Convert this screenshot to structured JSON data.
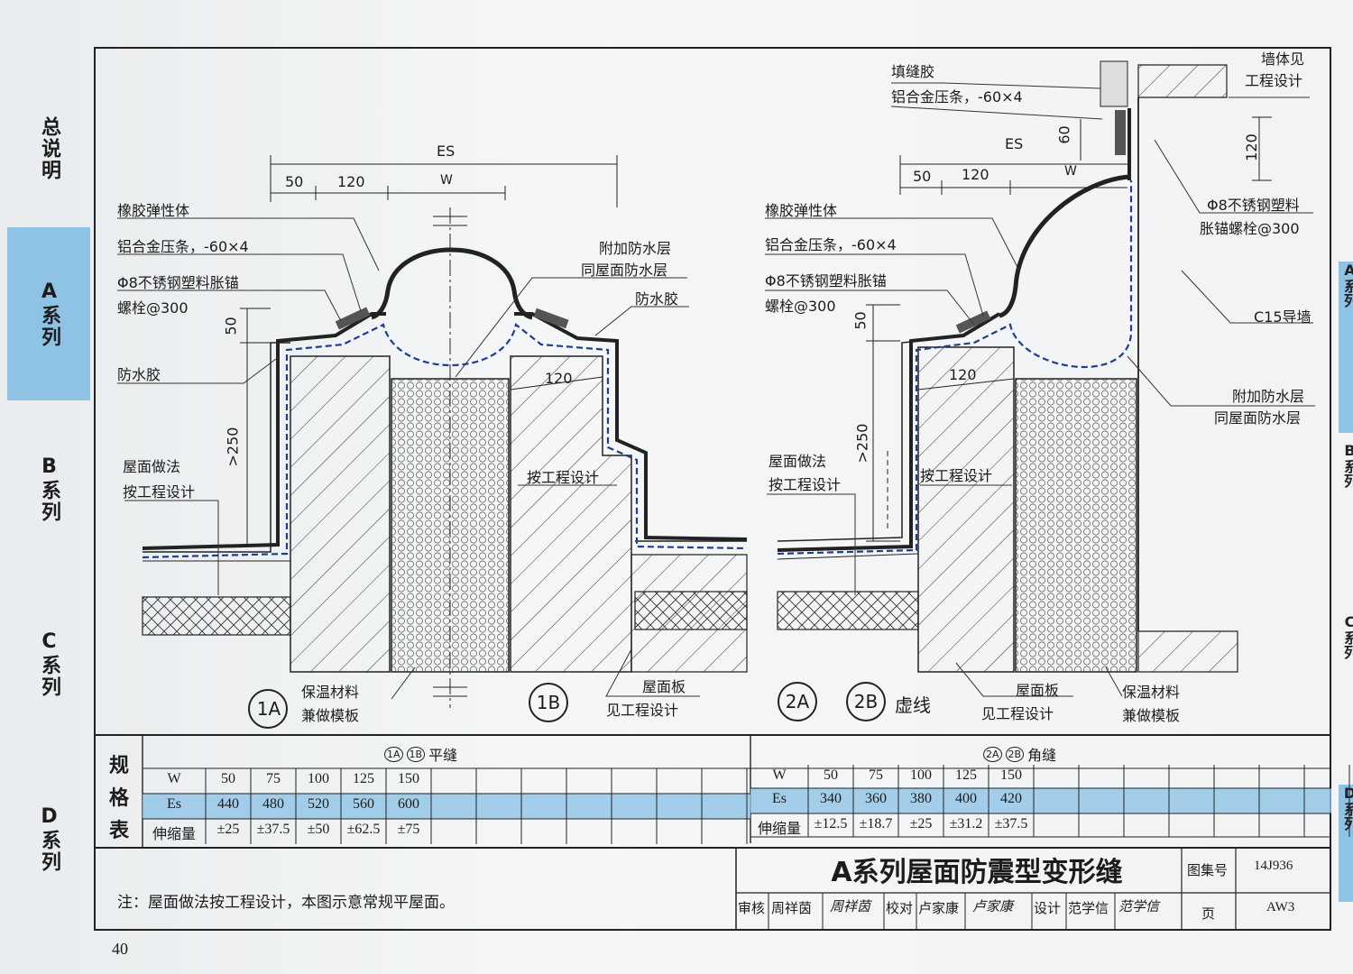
{
  "page_number": "40",
  "sidebar_left": {
    "items": [
      {
        "label": "总说明"
      },
      {
        "label": "A系列"
      },
      {
        "label": "B系列"
      },
      {
        "label": "C系列"
      },
      {
        "label": "D系列"
      }
    ]
  },
  "sidebar_right": {
    "items": [
      {
        "label": "A系列"
      },
      {
        "label": "B系列"
      },
      {
        "label": "C系列"
      },
      {
        "label": "D系列"
      }
    ]
  },
  "drawing_left": {
    "dim_es": "ES",
    "dim_50": "50",
    "dim_120": "120",
    "dim_w": "W",
    "dim_50_vert": "50",
    "dim_250_vert": ">250",
    "dim_120_inner": "120",
    "labels": {
      "rubber": "橡胶弹性体",
      "strip": "铝合金压条，-60×4",
      "bolt_1": "Φ8不锈钢塑料胀锚",
      "bolt_2": "螺栓@300",
      "sealant_left": "防水胶",
      "roof_1": "屋面做法",
      "roof_2": "按工程设计",
      "extra_wp_1": "附加防水层",
      "extra_wp_2": "同屋面防水层",
      "sealant_right": "防水胶",
      "per_design": "按工程设计",
      "insul_1": "保温材料",
      "insul_2": "兼做模板",
      "slab_1": "屋面板",
      "slab_2": "见工程设计"
    },
    "callout_a": "1A",
    "callout_b": "1B"
  },
  "drawing_right": {
    "dim_es": "ES",
    "dim_50": "50",
    "dim_120": "120",
    "dim_w": "W",
    "dim_60_vert": "60",
    "dim_120_right": "120",
    "dim_50_vert": "50",
    "dim_250_vert": ">250",
    "dim_120_inner": "120",
    "labels": {
      "filler": "填缝胶",
      "strip_top": "铝合金压条，-60×4",
      "wall_1": "墙体见",
      "wall_2": "工程设计",
      "bolt_r1": "Φ8不锈钢塑料",
      "bolt_r2": "胀锚螺栓@300",
      "guide_wall": "C15导墙",
      "extra_wp_1": "附加防水层",
      "extra_wp_2": "同屋面防水层",
      "rubber": "橡胶弹性体",
      "strip": "铝合金压条，-60×4",
      "bolt_1": "Φ8不锈钢塑料胀锚",
      "bolt_2": "螺栓@300",
      "roof_1": "屋面做法",
      "roof_2": "按工程设计",
      "per_design": "按工程设计",
      "slab_1": "屋面板",
      "slab_2": "见工程设计",
      "insul_1": "保温材料",
      "insul_2": "兼做模板",
      "dashed_note": "虚线"
    },
    "callout_a": "2A",
    "callout_b": "2B"
  },
  "spec_table": {
    "title_chars": [
      "规",
      "格",
      "表"
    ],
    "left_heading": "平缝",
    "left_heading_a": "1A",
    "left_heading_b": "1B",
    "right_heading": "角缝",
    "right_heading_a": "2A",
    "right_heading_b": "2B",
    "row_labels": [
      "W",
      "Es",
      "伸缩量"
    ],
    "left_rows": [
      [
        "50",
        "75",
        "100",
        "125",
        "150"
      ],
      [
        "440",
        "480",
        "520",
        "560",
        "600"
      ],
      [
        "±25",
        "±37.5",
        "±50",
        "±62.5",
        "±75"
      ]
    ],
    "right_rows": [
      [
        "50",
        "75",
        "100",
        "125",
        "150"
      ],
      [
        "340",
        "360",
        "380",
        "400",
        "420"
      ],
      [
        "±12.5",
        "±18.7",
        "±25",
        "±31.2",
        "±37.5"
      ]
    ]
  },
  "title_block": {
    "title": "A系列屋面防震型变形缝",
    "atlas_label": "图集号",
    "atlas_value": "14J936",
    "page_label": "页",
    "page_value": "AW3",
    "review_label": "审核",
    "review_name": "周祥茵",
    "review_sign": "周祥茵",
    "check_label": "校对",
    "check_name": "卢家康",
    "check_sign": "卢家康",
    "design_label": "设计",
    "design_name": "范学信",
    "design_sign": "范学信"
  },
  "note": "注：屋面做法按工程设计，本图示意常规平屋面。",
  "colors": {
    "tab_blue": "#8ec3e6",
    "line": "#222222",
    "dash_blue": "#1f3f8c"
  }
}
